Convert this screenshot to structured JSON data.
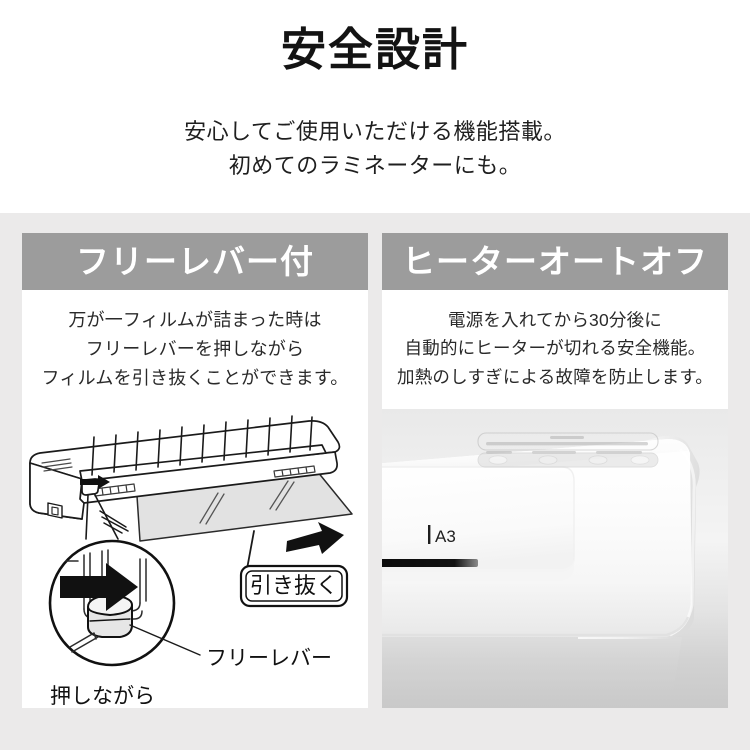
{
  "hero": {
    "title": "安全設計",
    "subtitle_lines": [
      "安心してご使用いただける機能搭載。",
      "初めてのラミネーターにも。"
    ]
  },
  "cards": [
    {
      "id": "free-lever",
      "header": "フリーレバー付",
      "description_lines": [
        "万が一フィルムが詰まった時は",
        "フリーレバーを押しながら",
        "フィルムを引き抜くことができます。"
      ],
      "illustration": {
        "type": "line-art-diagram",
        "callout_box": "引き抜く",
        "label_lever": "フリーレバー",
        "label_press": "押しながら"
      }
    },
    {
      "id": "heater-auto-off",
      "header": "ヒーターオートオフ",
      "description_lines": [
        "電源を入れてから30分後に",
        "自動的にヒーターが切れる安全機能。",
        "加熱のしすぎによる故障を防止します。"
      ],
      "photo": {
        "type": "product-photo",
        "size_marking": "A3"
      }
    }
  ],
  "colors": {
    "page_top_background": "#ffffff",
    "page_bottom_background": "#ebeaea",
    "card_background": "#ffffff",
    "card_header_background": "#9c9c9c",
    "card_header_text": "#ffffff",
    "title_text": "#131313",
    "body_text": "#2a2a2a"
  }
}
